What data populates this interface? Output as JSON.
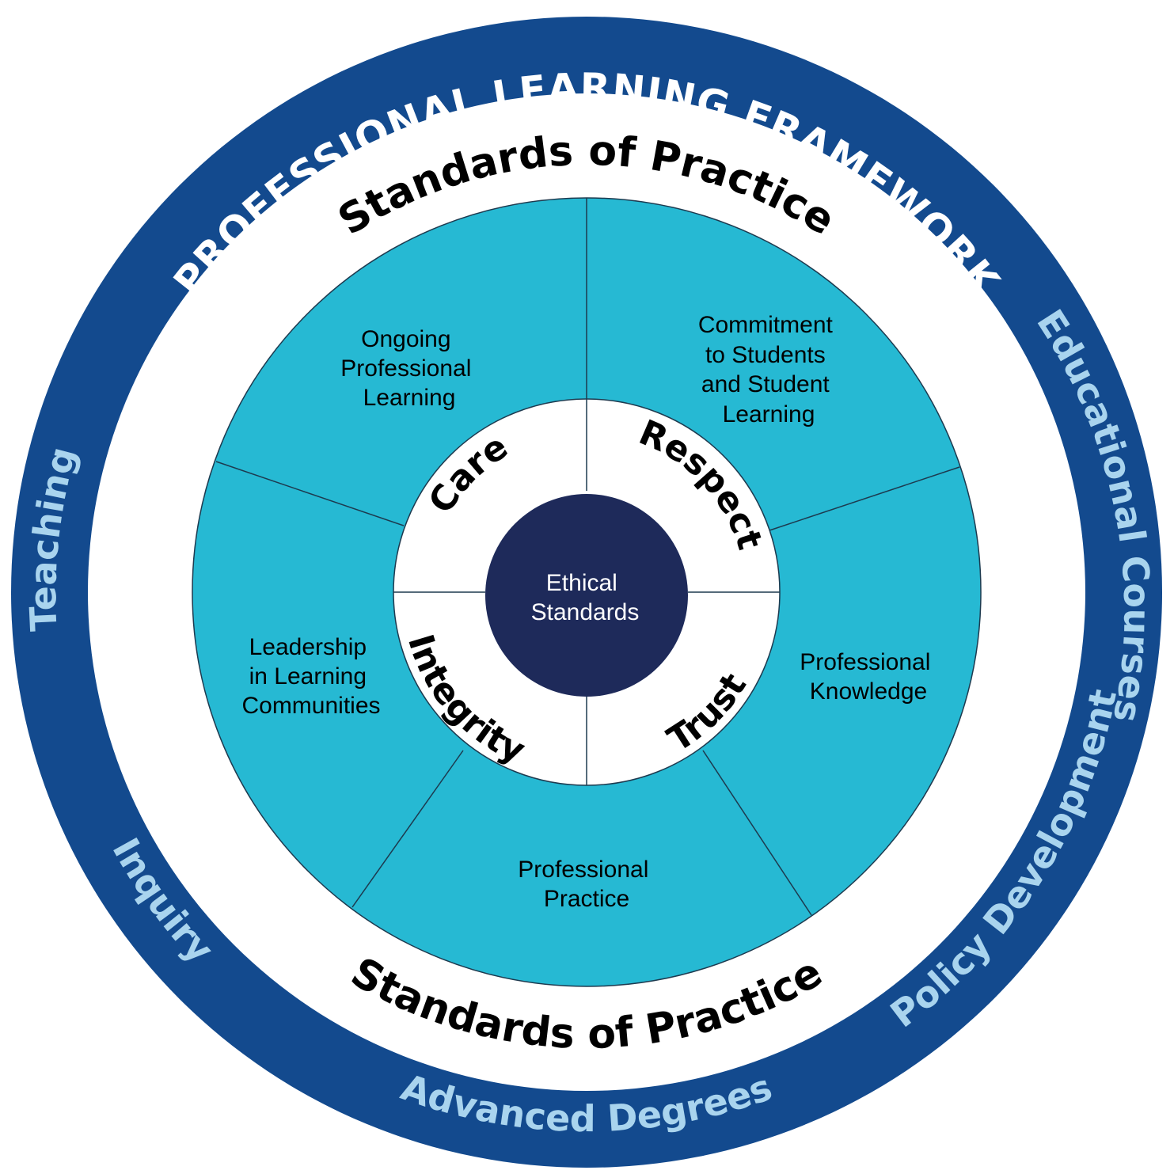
{
  "colors": {
    "outer_ring": "#134a8e",
    "outer_ring_text": "#ffffff",
    "outer_ring_items": "#a9d4ee",
    "white_ring": "#ffffff",
    "segment_fill": "#26b9d3",
    "segment_line": "#1d3a4f",
    "values_ring": "#ffffff",
    "center_fill": "#1e2a5a",
    "center_text": "#ffffff",
    "dark_text": "#000000"
  },
  "outer_ring": {
    "title": "PROFESSIONAL LEARNING FRAMEWORK",
    "items": [
      "Teaching",
      "Educational Courses",
      "Inquiry",
      "Advanced Degrees",
      "Policy Development"
    ]
  },
  "standards_ring": {
    "top_label": "Standards of Practice",
    "bottom_label": "Standards of Practice"
  },
  "segments": [
    {
      "id": "ongoing",
      "lines": [
        "Ongoing",
        "Professional",
        "Learning"
      ]
    },
    {
      "id": "commitment",
      "lines": [
        "Commitment",
        "to Students",
        "and Student",
        "Learning"
      ]
    },
    {
      "id": "knowledge",
      "lines": [
        "Professional",
        "Knowledge"
      ]
    },
    {
      "id": "practice",
      "lines": [
        "Professional",
        "Practice"
      ]
    },
    {
      "id": "leadership",
      "lines": [
        "Leadership",
        "in Learning",
        "Communities"
      ]
    }
  ],
  "values": [
    "Care",
    "Respect",
    "Integrity",
    "Trust"
  ],
  "center": {
    "lines": [
      "Ethical",
      "Standards"
    ]
  }
}
